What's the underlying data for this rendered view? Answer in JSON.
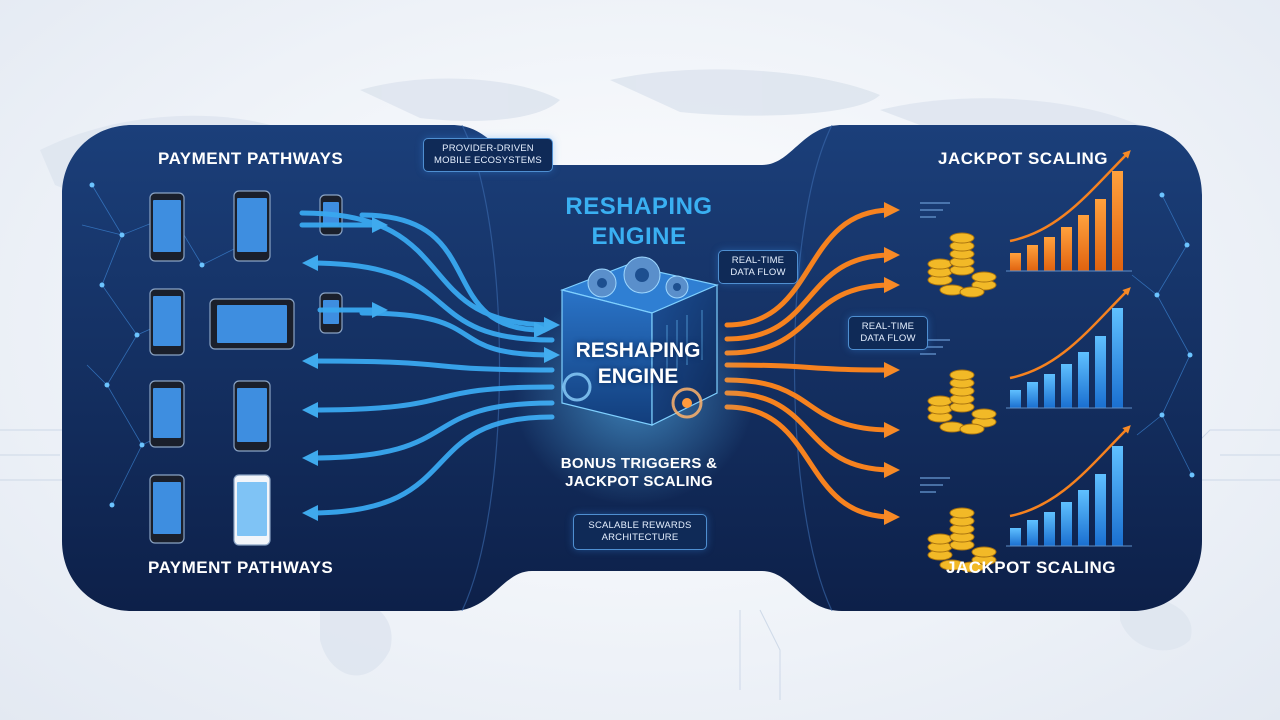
{
  "panel": {
    "left_top_title": "PAYMENT PATHWAYS",
    "left_bottom_title": "PAYMENT PATHWAYS",
    "right_top_title": "JACKPOT SCALING",
    "right_bottom_title": "JACKPOT SCALING",
    "engine_title": "RESHAPING ENGINE",
    "cube_label": "RESHAPING ENGINE",
    "bonus_label": "BONUS TRIGGERS & JACKPOT SCALING",
    "tag_provider": "PROVIDER-DRIVEN MOBILE ECOSYSTEMS",
    "tag_realtime_1": "REAL-TIME DATA FLOW",
    "tag_realtime_2": "REAL-TIME DATA FLOW",
    "tag_scalable": "SCALABLE REWARDS ARCHITECTURE"
  },
  "colors": {
    "panel_dark": "#0f2550",
    "panel_light": "#1c4380",
    "blue_flow": "#39a8f0",
    "orange_flow": "#f6821f",
    "accent_cyan": "#3ab0f2",
    "coin_gold": "#f2b927"
  },
  "icons": {
    "devices": "smartphone-and-tablet-icons",
    "engine": "cube-gear-icon",
    "coins": "gold-coin-stack-icon",
    "charts": "growth-bar-chart-icon"
  }
}
